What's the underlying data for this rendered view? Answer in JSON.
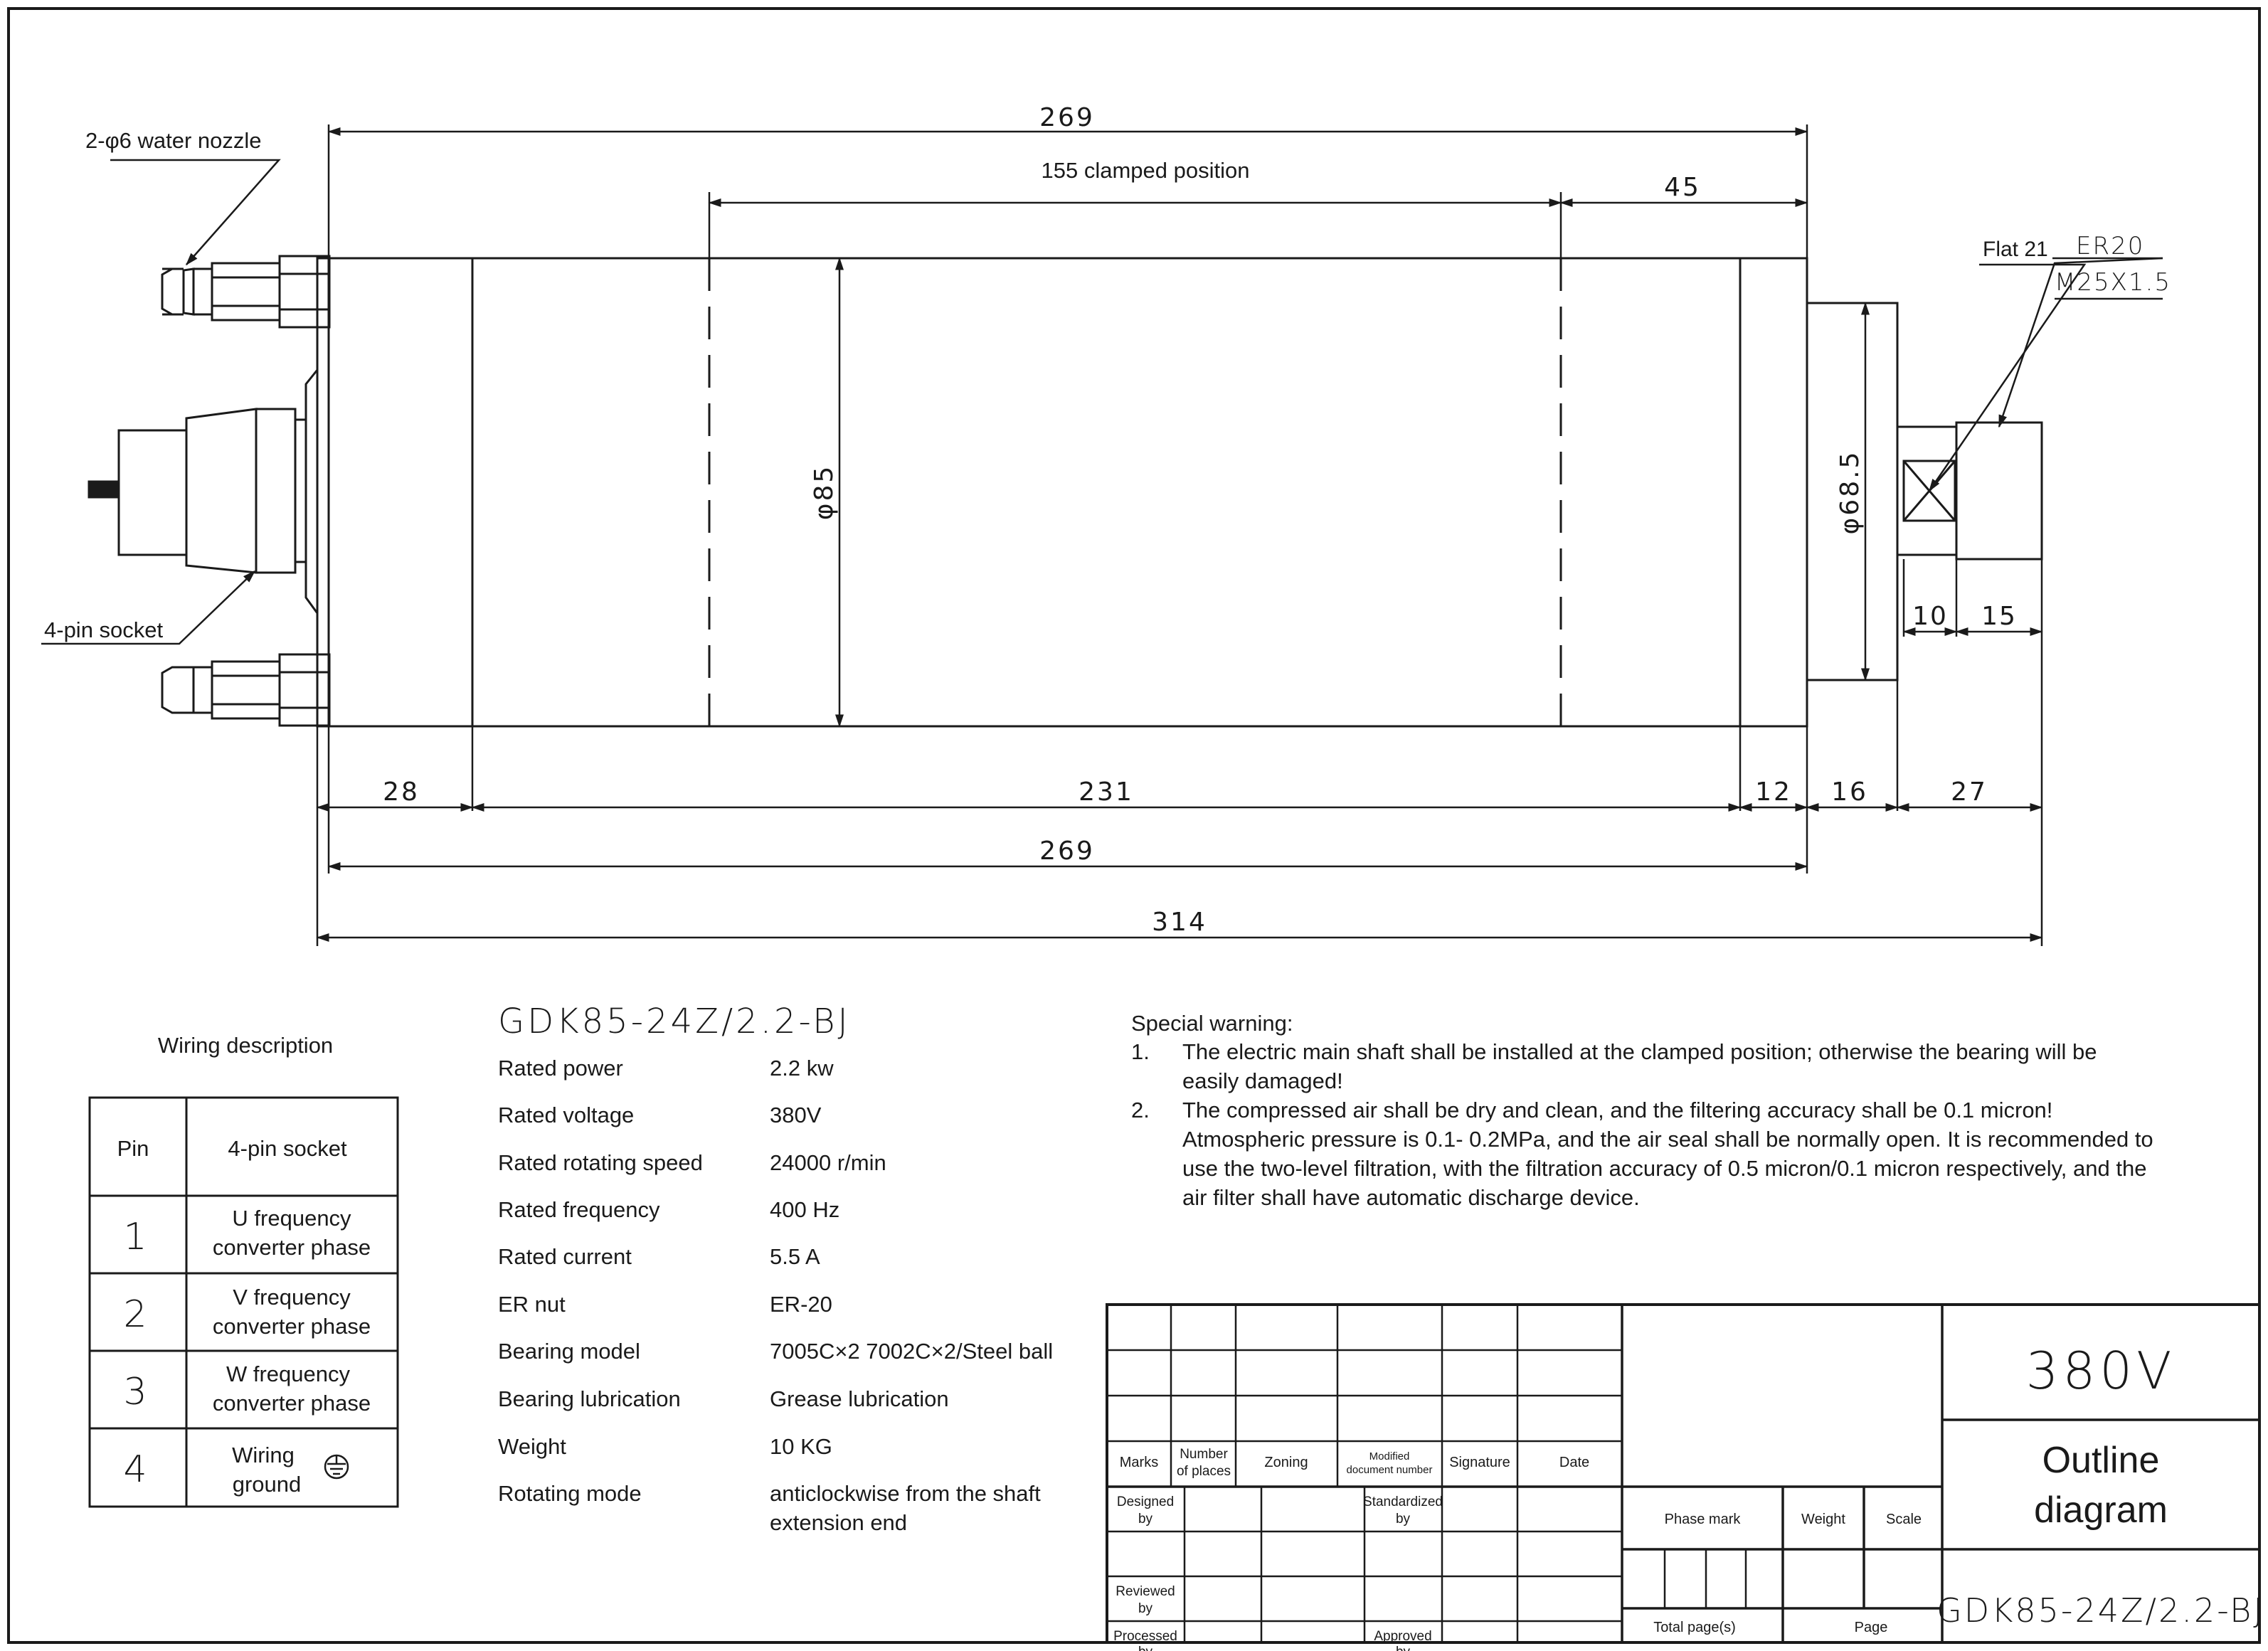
{
  "drawing": {
    "labels": {
      "water_nozzle": "2-φ6 water nozzle",
      "socket": "4-pin socket",
      "clamped": "155 clamped position",
      "flat": "Flat 21",
      "er": "ER20",
      "thread": "M25X1.5",
      "dia_body": "φ85",
      "dia_front": "φ68.5"
    },
    "dims": {
      "top_269": "269",
      "top_45": "45",
      "d28": "28",
      "d231": "231",
      "d12": "12",
      "d16": "16",
      "d27": "27",
      "bot_269": "269",
      "d314": "314",
      "d10": "10",
      "d15": "15"
    }
  },
  "wiring": {
    "title": "Wiring description",
    "header": [
      "Pin",
      "4-pin socket"
    ],
    "rows": [
      {
        "pin": "1",
        "line1": "U frequency",
        "line2": "converter phase"
      },
      {
        "pin": "2",
        "line1": "V frequency",
        "line2": "converter phase"
      },
      {
        "pin": "3",
        "line1": "W frequency",
        "line2": "converter phase"
      },
      {
        "pin": "4",
        "line1": "Wiring",
        "line2": "ground"
      }
    ]
  },
  "specs": {
    "model": "GDK85-24Z/2.2-BJ",
    "rows": [
      {
        "label": "Rated power",
        "value": "2.2 kw"
      },
      {
        "label": "Rated voltage",
        "value": "380V"
      },
      {
        "label": "Rated rotating speed",
        "value": "24000 r/min"
      },
      {
        "label": "Rated frequency",
        "value": "400 Hz"
      },
      {
        "label": "Rated current",
        "value": "5.5 A"
      },
      {
        "label": "ER nut",
        "value": "ER-20"
      },
      {
        "label": "Bearing model",
        "value": "7005C×2 7002C×2/Steel ball"
      },
      {
        "label": "Bearing lubrication",
        "value": "Grease lubrication"
      },
      {
        "label": "Weight",
        "value": "10 KG"
      },
      {
        "label": "Rotating mode",
        "value": "anticlockwise from the shaft",
        "value2": "extension end"
      }
    ]
  },
  "warning": {
    "title": "Special warning:",
    "n1": "1.",
    "line1a": "The electric main shaft shall be installed at the clamped position; otherwise the bearing will be",
    "line1b": "easily damaged!",
    "n2": "2.",
    "line2a": "The compressed air shall be dry and clean, and the filtering accuracy shall be 0.1 micron!",
    "line2b": "Atmospheric pressure is 0.1- 0.2MPa, and the air seal shall be normally open. It is recommended to",
    "line2c": "use the two-level filtration, with the filtration accuracy of 0.5 micron/0.1 micron respectively, and the",
    "line2d": "air filter shall have automatic discharge device."
  },
  "titleblock": {
    "marks": "Marks",
    "number1": "Number",
    "number2": "of places",
    "zoning": "Zoning",
    "modified1": "Modified",
    "modified2": "document number",
    "signature": "Signature",
    "date": "Date",
    "designed1": "Designed",
    "designed2": "by",
    "standardized1": "Standardized",
    "standardized2": "by",
    "reviewed1": "Reviewed",
    "reviewed2": "by",
    "processed1": "Processed",
    "processed2": "by",
    "approved1": "Approved",
    "approved2": "by",
    "phase_mark": "Phase mark",
    "weight": "Weight",
    "scale": "Scale",
    "total_pages": "Total  page(s)",
    "page": "Page",
    "voltage": "380V",
    "outline1": "Outline",
    "outline2": "diagram",
    "model": "GDK85-24Z/2.2-BJ"
  }
}
